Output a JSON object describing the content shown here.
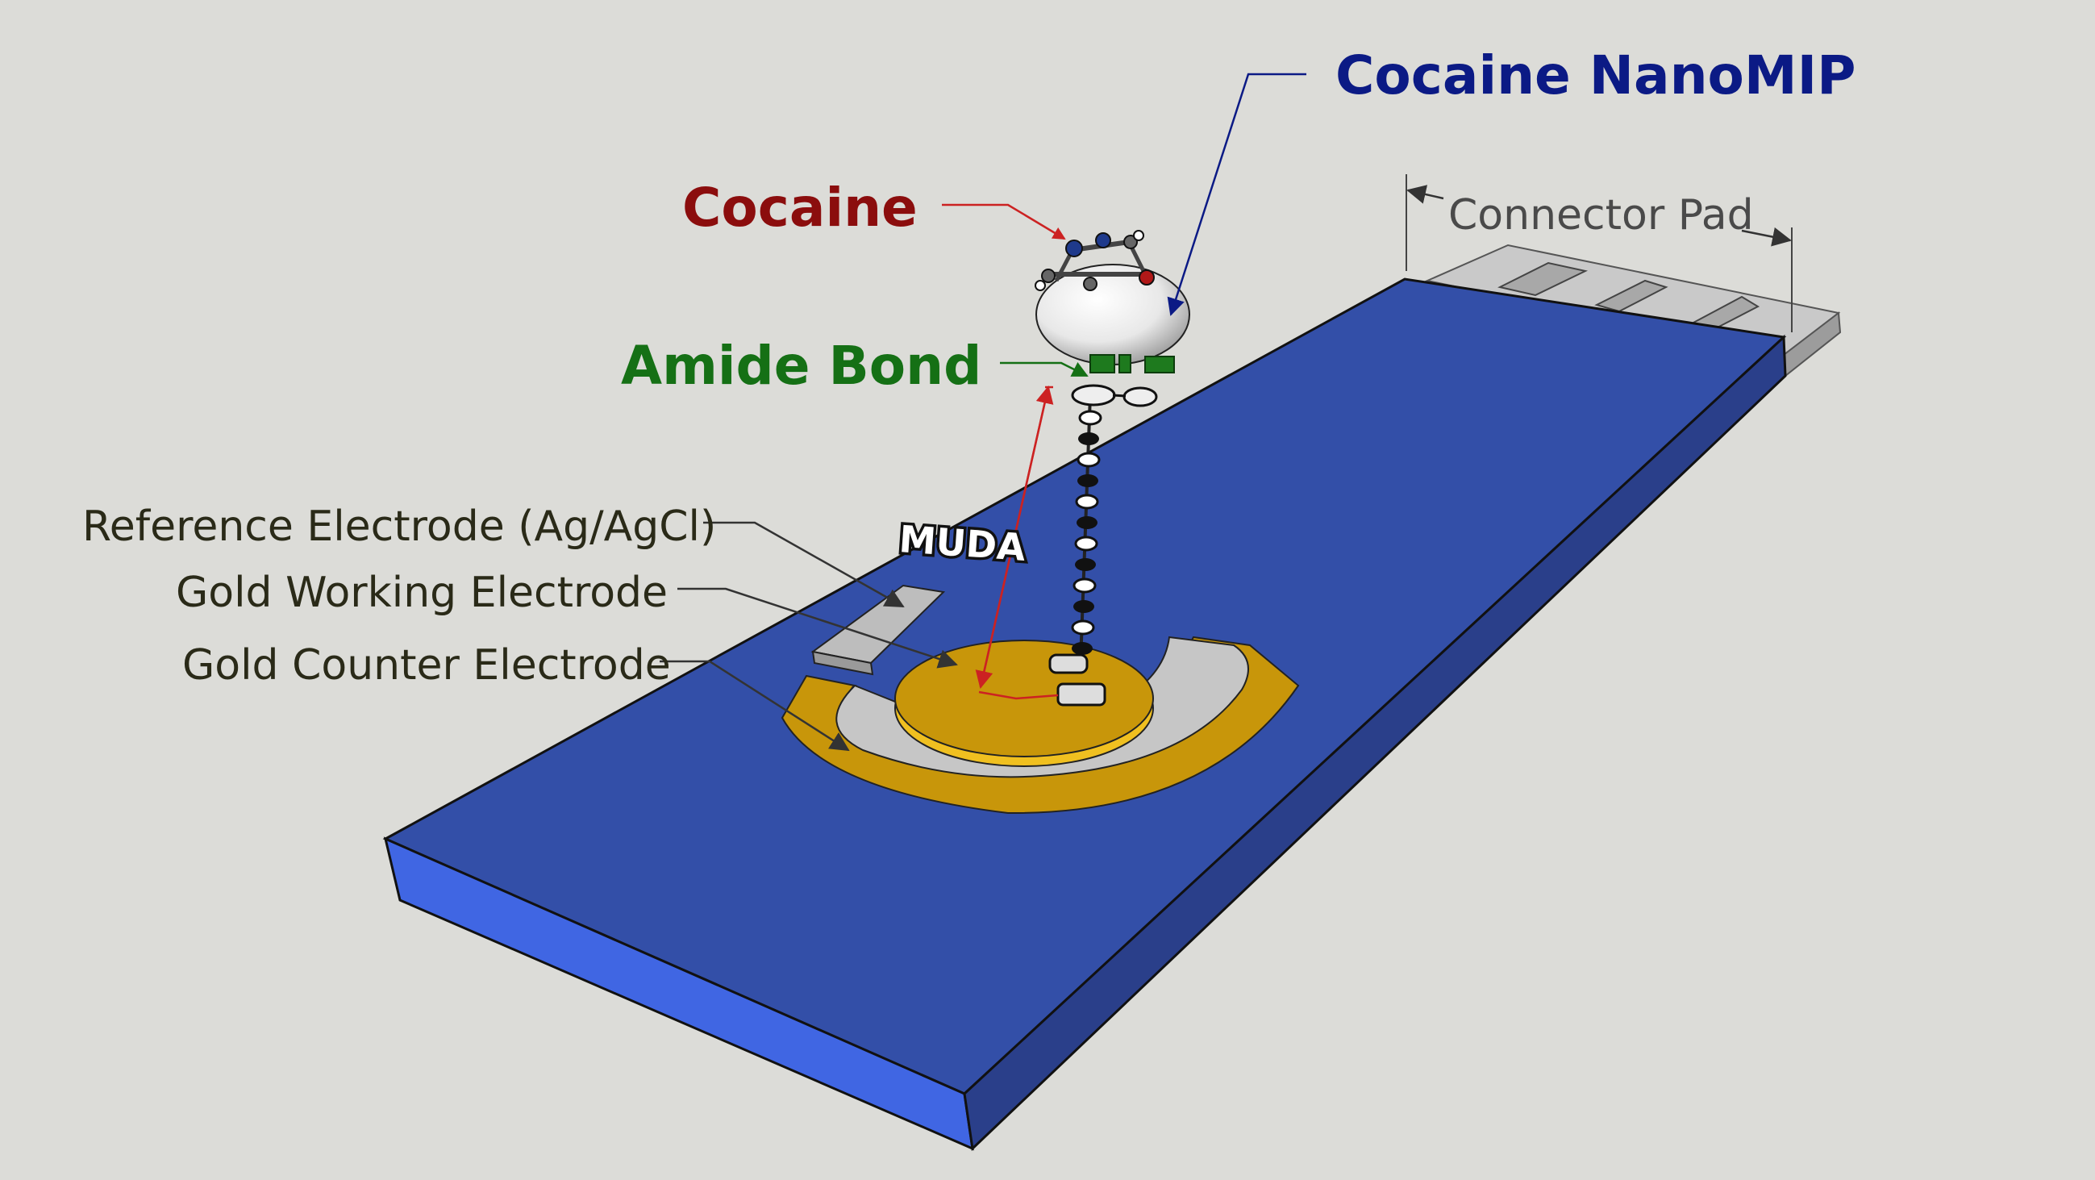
{
  "labels": {
    "cocaine_nanomip": "Cocaine NanoMIP",
    "cocaine": "Cocaine",
    "amide_bond": "Amide Bond",
    "connector_pad": "Connector Pad",
    "muda": "MUDA",
    "reference_electrode": "Reference Electrode (Ag/AgCl)",
    "gold_working_electrode": "Gold Working Electrode",
    "gold_counter_electrode": "Gold Counter Electrode"
  },
  "colors": {
    "background": "#dcdcd8",
    "substrate_top": "#334fa8",
    "substrate_front": "#4066e3",
    "gold": "#c8960a",
    "silver": "#c6c6c6",
    "nanomip_label": "#0b1a85",
    "cocaine_label": "#8b0d0d",
    "amide_label": "#157015",
    "leader_red": "#cc2222"
  }
}
